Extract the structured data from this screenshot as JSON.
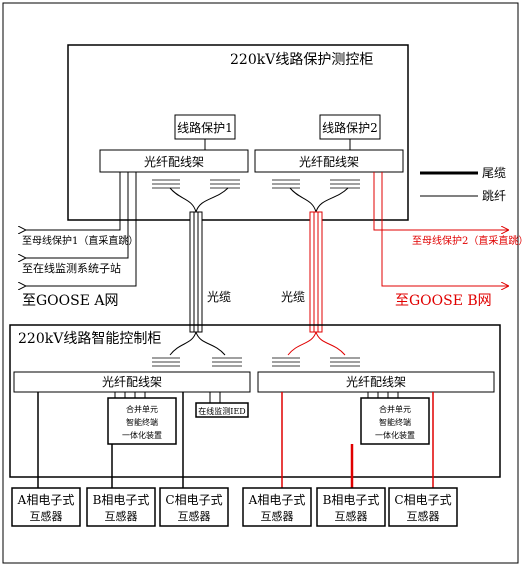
{
  "upper_cabinet": {
    "title": "220kV线路保护测控柜"
  },
  "lower_cabinet": {
    "title": "220kV线路智能控制柜"
  },
  "protection_1": "线路保护1",
  "protection_2": "线路保护2",
  "upper_odf_1": "光纤配线架",
  "upper_odf_2": "光纤配线架",
  "lower_odf_1": "光纤配线架",
  "lower_odf_2": "光纤配线架",
  "legend": {
    "tail_cable": "尾缆",
    "jumper": "跳纤"
  },
  "outputs": {
    "busbar_protection_1": "至母线保护1（直采直跳）",
    "online_monitor_substation": "至在线监测系统子站",
    "goose_a": "至GOOSE  A网",
    "busbar_protection_2": "至母线保护2（直采直跳）",
    "goose_b": "至GOOSE  B网"
  },
  "cable_label_a": "光缆",
  "cable_label_b": "光缆",
  "merging_unit_1": [
    "合并单元",
    "智能终端",
    "一体化装置"
  ],
  "merging_unit_2": [
    "合并单元",
    "智能终端",
    "一体化装置"
  ],
  "online_ied": "在线监测IED",
  "transformers": [
    {
      "label": [
        "A相电子式",
        "互感器"
      ]
    },
    {
      "label": [
        "B相电子式",
        "互感器"
      ]
    },
    {
      "label": [
        "C相电子式",
        "互感器"
      ]
    },
    {
      "label": [
        "A相电子式",
        "互感器"
      ]
    },
    {
      "label": [
        "B相电子式",
        "互感器"
      ]
    },
    {
      "label": [
        "C相电子式",
        "互感器"
      ]
    }
  ],
  "colors": {
    "network_a": "#000000",
    "network_b": "#e00000"
  }
}
